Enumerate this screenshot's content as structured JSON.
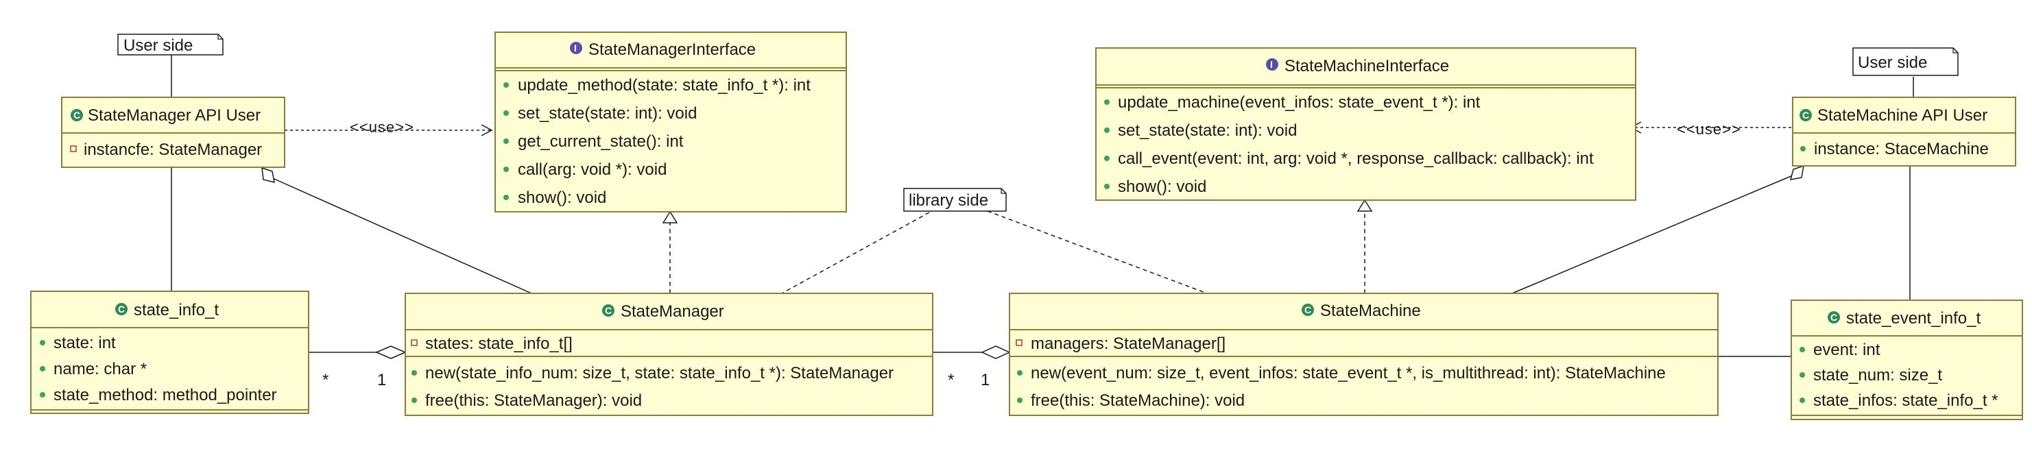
{
  "colors": {
    "class_fill": "#fefdd3",
    "class_border": "#8b7f3a",
    "class_icon": "#2e8b57",
    "interface_icon": "#5a4fa8",
    "public_member": "#3aa35a",
    "private_member": "#c0392b",
    "note_fill": "#ffffff",
    "line": "#1a1a1a"
  },
  "notes": {
    "user_side_left": "User side",
    "user_side_right": "User side",
    "library_side": "library side"
  },
  "classes": {
    "state_manager_api_user": {
      "name": "StateManager API User",
      "attributes": [
        "instancfe: StateManager"
      ]
    },
    "state_manager_interface": {
      "name": "StateManagerInterface",
      "methods": [
        "update_method(state: state_info_t *): int",
        "set_state(state: int): void",
        "get_current_state(): int",
        "call(arg: void *): void",
        "show(): void"
      ]
    },
    "state_machine_interface": {
      "name": "StateMachineInterface",
      "methods": [
        "update_machine(event_infos: state_event_t *): int",
        "set_state(state: int): void",
        "call_event(event: int, arg: void *, response_callback: callback): int",
        "show(): void"
      ]
    },
    "state_machine_api_user": {
      "name": "StateMachine API User",
      "attributes": [
        "instance: StaceMachine"
      ]
    },
    "state_info_t": {
      "name": "state_info_t",
      "attributes": [
        "state: int",
        "name: char *",
        "state_method: method_pointer"
      ]
    },
    "state_manager": {
      "name": "StateManager",
      "attributes": [
        "states: state_info_t[]"
      ],
      "methods": [
        "new(state_info_num: size_t, state: state_info_t *): StateManager",
        "free(this: StateManager): void"
      ]
    },
    "state_machine": {
      "name": "StateMachine",
      "attributes": [
        "managers: StateManager[]"
      ],
      "methods": [
        "new(event_num: size_t, event_infos: state_event_t *, is_multithread: int): StateMachine",
        "free(this: StateMachine): void"
      ]
    },
    "state_event_info_t": {
      "name": "state_event_info_t",
      "attributes": [
        "event: int",
        "state_num: size_t",
        "state_infos: state_info_t *"
      ]
    }
  },
  "relations": {
    "use_left": "<<use>>",
    "use_right": "<<use>>",
    "mult_sm_star": "*",
    "mult_sm_one": "1",
    "mult_smach_star": "*",
    "mult_smach_one": "1"
  }
}
